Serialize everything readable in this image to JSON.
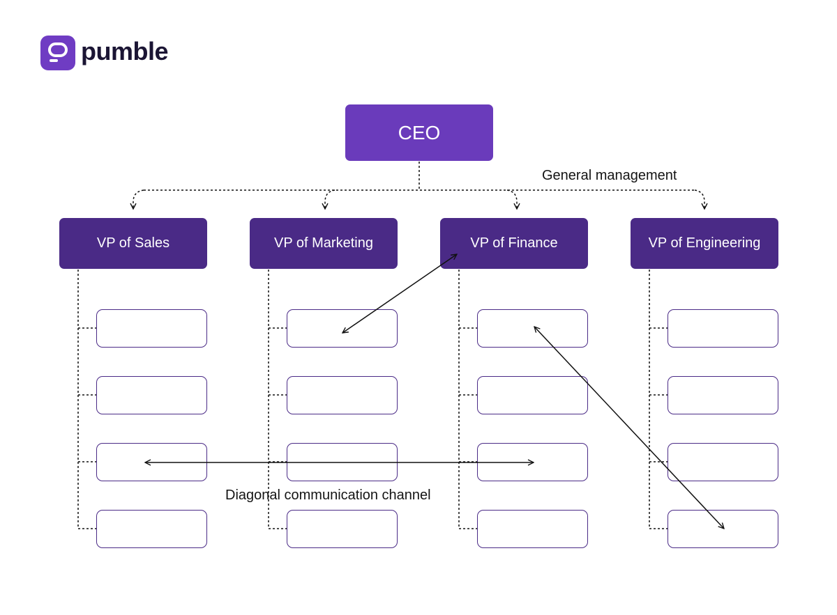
{
  "brand": {
    "name": "pumble",
    "color": "#6f3cc3"
  },
  "ceo": {
    "label": "CEO"
  },
  "vps": [
    {
      "label": "VP of Sales"
    },
    {
      "label": "VP of Marketing"
    },
    {
      "label": "VP of Finance"
    },
    {
      "label": "VP of Engineering"
    }
  ],
  "labels": {
    "general": "General management",
    "diagonal": "Diagonal communication channel"
  },
  "colors": {
    "ceo": "#6a3bbb",
    "vp": "#4a2a86",
    "border": "#4a2a86"
  }
}
